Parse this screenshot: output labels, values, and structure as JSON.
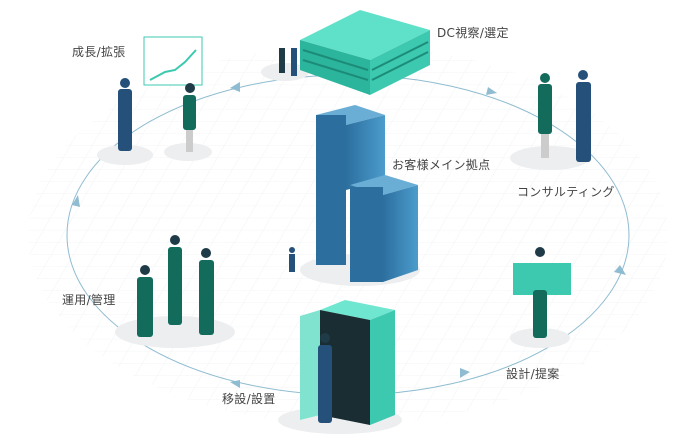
{
  "center_label": "お客様メイン拠点",
  "stages": [
    {
      "id": "dc-selection",
      "label": "DC視察/選定"
    },
    {
      "id": "consulting",
      "label": "コンサルティング"
    },
    {
      "id": "design-proposal",
      "label": "設計/提案"
    },
    {
      "id": "relocation-installation",
      "label": "移設/設置"
    },
    {
      "id": "operation-management",
      "label": "運用/管理"
    },
    {
      "id": "growth-expansion",
      "label": "成長/拡張"
    }
  ],
  "colors": {
    "ring": "#8fbcd0",
    "teal": "#3cc9b0",
    "dark_teal": "#136b5c",
    "navy": "#24507a",
    "building_blue": "#3d86b8"
  }
}
